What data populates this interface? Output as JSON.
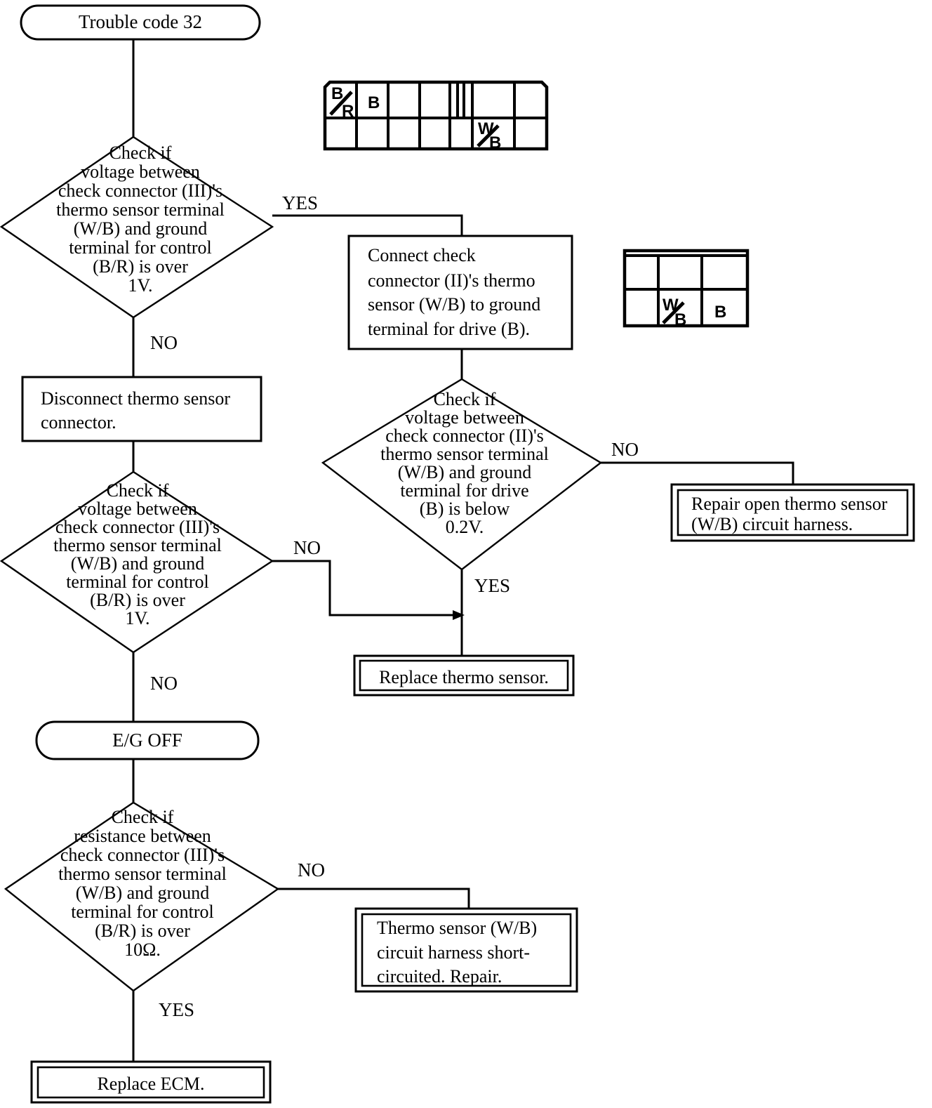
{
  "document": {
    "kind": "troubleshooting-flowchart",
    "title": "Trouble code 32"
  },
  "chart_data": {
    "type": "diagram",
    "title": "Trouble code 32",
    "nodes": [
      {
        "id": "start",
        "shape": "terminator",
        "text": "Trouble code 32"
      },
      {
        "id": "d1",
        "shape": "decision",
        "text": "Check if voltage between check connector (III)'s thermo sensor terminal (W/B) and ground terminal for control (B/R) is over 1V."
      },
      {
        "id": "p_connect",
        "shape": "process",
        "text": "Connect check connector (II)'s thermo sensor (W/B) to ground terminal for drive (B)."
      },
      {
        "id": "p_disc",
        "shape": "process",
        "text": "Disconnect thermo sensor connector."
      },
      {
        "id": "d2",
        "shape": "decision",
        "text": "Check if voltage between check connector (II)'s thermo sensor terminal (W/B) and ground terminal for drive (B) is below 0.2V."
      },
      {
        "id": "d3",
        "shape": "decision",
        "text": "Check if voltage between check connector (III)'s thermo sensor terminal (W/B) and ground terminal for control (B/R) is over 1V."
      },
      {
        "id": "t_repair",
        "shape": "terminal-box",
        "text": "Repair open thermo sensor (W/B) circuit harness."
      },
      {
        "id": "t_replace",
        "shape": "terminal-box",
        "text": "Replace thermo sensor."
      },
      {
        "id": "eg_off",
        "shape": "terminator",
        "text": "E/G OFF"
      },
      {
        "id": "d4",
        "shape": "decision",
        "text": "Check if resistance between check connector (III)'s thermo sensor terminal (W/B) and ground terminal for control (B/R) is over 10Ω."
      },
      {
        "id": "t_short",
        "shape": "terminal-box",
        "text": "Thermo sensor (W/B) circuit harness short-circuited.  Repair."
      },
      {
        "id": "t_ecm",
        "shape": "terminal-box",
        "text": "Replace ECM."
      }
    ],
    "edges": [
      {
        "from": "start",
        "to": "d1",
        "label": ""
      },
      {
        "from": "d1",
        "to": "p_connect",
        "label": "YES"
      },
      {
        "from": "d1",
        "to": "p_disc",
        "label": "NO"
      },
      {
        "from": "p_connect",
        "to": "d2",
        "label": ""
      },
      {
        "from": "p_disc",
        "to": "d3",
        "label": ""
      },
      {
        "from": "d2",
        "to": "t_repair",
        "label": "NO"
      },
      {
        "from": "d2",
        "to": "t_replace",
        "label": "YES"
      },
      {
        "from": "d3",
        "to": "t_replace",
        "label": "NO"
      },
      {
        "from": "d3",
        "to": "eg_off",
        "label": "NO"
      },
      {
        "from": "eg_off",
        "to": "d4",
        "label": ""
      },
      {
        "from": "d4",
        "to": "t_short",
        "label": "NO"
      },
      {
        "from": "d4",
        "to": "t_ecm",
        "label": "YES"
      }
    ]
  },
  "nodes": {
    "start": {
      "label": "Trouble code 32"
    },
    "decision1": {
      "lines": [
        "Check if",
        "voltage between",
        "check connector (III)'s",
        "thermo sensor terminal",
        "(W/B) and ground",
        "terminal for control",
        "(B/R) is over",
        "1V."
      ]
    },
    "connect_box": {
      "lines": [
        "Connect check",
        "connector (II)'s thermo",
        "sensor (W/B) to ground",
        "terminal for drive (B)."
      ]
    },
    "disconnect_box": {
      "lines": [
        "Disconnect thermo sensor",
        "connector."
      ]
    },
    "decision2": {
      "lines": [
        "Check if",
        "voltage between",
        "check connector (II)'s",
        "thermo sensor terminal",
        "(W/B) and ground",
        "terminal for drive",
        "(B) is below",
        "0.2V."
      ]
    },
    "decision3": {
      "lines": [
        "Check if",
        "voltage between",
        "check connector (III)'s",
        "thermo sensor terminal",
        "(W/B) and ground",
        "terminal for control",
        "(B/R) is over",
        "1V."
      ]
    },
    "repair_open_box": {
      "lines": [
        "Repair open thermo sensor",
        "(W/B) circuit harness."
      ]
    },
    "replace_sensor_box": {
      "lines": [
        "Replace thermo sensor."
      ]
    },
    "eg_off": {
      "label": "E/G OFF"
    },
    "decision4": {
      "lines": [
        "Check if",
        "resistance between",
        "check connector (III)'s",
        "thermo sensor terminal",
        "(W/B) and ground",
        "terminal for control",
        "(B/R) is over",
        "10Ω."
      ]
    },
    "short_box": {
      "lines": [
        "Thermo sensor (W/B)",
        "circuit harness short-",
        "circuited.  Repair."
      ]
    },
    "replace_ecm_box": {
      "lines": [
        "Replace ECM."
      ]
    }
  },
  "branch_labels": {
    "d1_yes": "YES",
    "d1_no": "NO",
    "d2_no": "NO",
    "d2_yes": "YES",
    "d3_no_right": "NO",
    "d3_no_down": "NO",
    "d4_no": "NO",
    "d4_yes": "YES"
  },
  "connectors": {
    "connector_iii": {
      "name": "check connector (III) pin layout",
      "rows": 2,
      "columns": 7,
      "pins": [
        {
          "row": 0,
          "col": 0,
          "label_top": "B",
          "label_bottom": "R",
          "split": true
        },
        {
          "row": 0,
          "col": 1,
          "label_top": "B",
          "label_bottom": "",
          "split": false
        },
        {
          "row": 1,
          "col": 4,
          "label_top": "W",
          "label_bottom": "B",
          "split": true
        }
      ]
    },
    "connector_ii": {
      "name": "check connector (II) pin layout",
      "rows": 2,
      "columns": 3,
      "pins": [
        {
          "row": 1,
          "col": 1,
          "label_top": "W",
          "label_bottom": "B",
          "split": true
        },
        {
          "row": 1,
          "col": 2,
          "label_top": "B",
          "label_bottom": "",
          "split": false
        }
      ]
    }
  },
  "colors": {
    "ink": "#000000",
    "paper": "#ffffff"
  }
}
